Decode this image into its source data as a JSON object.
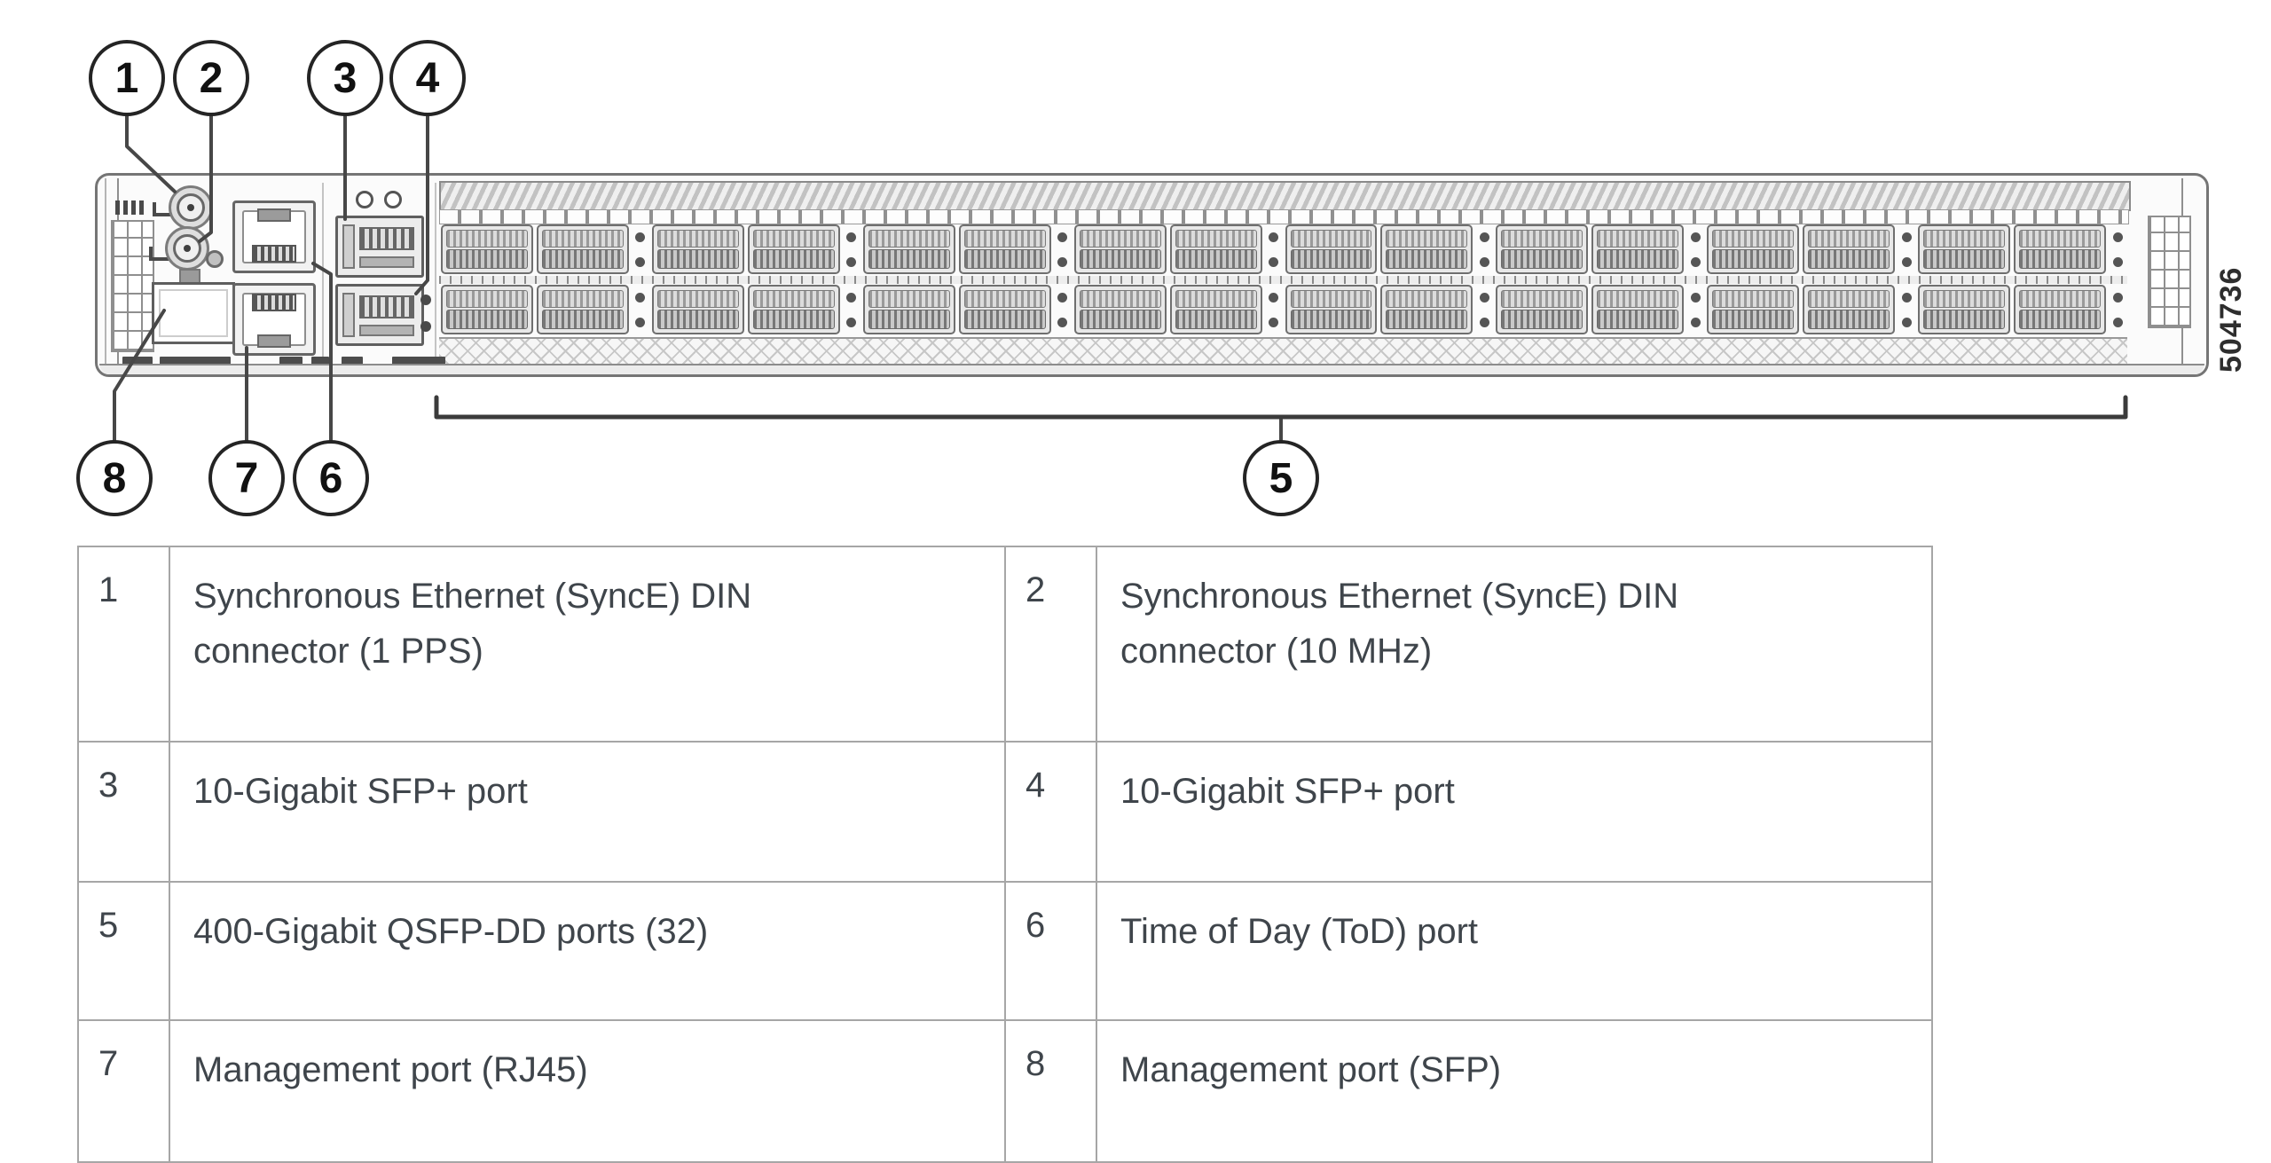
{
  "figure": {
    "watermark": "504736",
    "callouts": {
      "c1": "1",
      "c2": "2",
      "c3": "3",
      "c4": "4",
      "c5": "5",
      "c6": "6",
      "c7": "7",
      "c8": "8"
    },
    "device": {
      "qsfp_rows": 2,
      "qsfp_pairs_per_row": 8,
      "qsfp_ports_total": 32
    }
  },
  "legend": {
    "rows": [
      {
        "cells": [
          "1",
          "Synchronous Ethernet (SyncE) DIN connector (1 PPS)",
          "2",
          "Synchronous Ethernet (SyncE) DIN connector (10 MHz)"
        ]
      },
      {
        "cells": [
          "3",
          "10-Gigabit SFP+ port",
          "4",
          "10-Gigabit SFP+ port"
        ]
      },
      {
        "cells": [
          "5",
          "400-Gigabit QSFP-DD ports (32)",
          "6",
          "Time of Day (ToD) port"
        ]
      },
      {
        "cells": [
          "7",
          "Management port (RJ45)",
          "8",
          "Management port (SFP)"
        ]
      }
    ]
  }
}
